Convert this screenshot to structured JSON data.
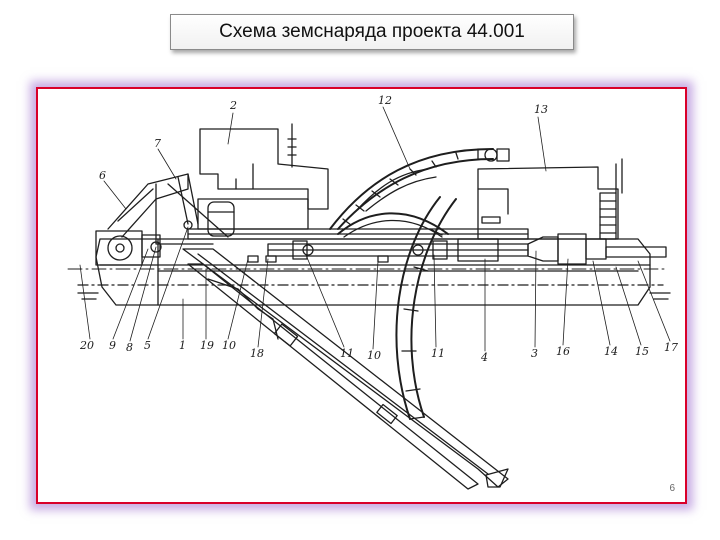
{
  "slide": {
    "title": "Схема земснаряда проекта 44.001",
    "page_number": "6"
  },
  "diagram": {
    "callouts": [
      "2",
      "12",
      "13",
      "7",
      "6",
      "20",
      "9",
      "8",
      "5",
      "1",
      "19",
      "10",
      "18",
      "11",
      "10",
      "11",
      "4",
      "3",
      "16",
      "14",
      "15",
      "17"
    ]
  }
}
